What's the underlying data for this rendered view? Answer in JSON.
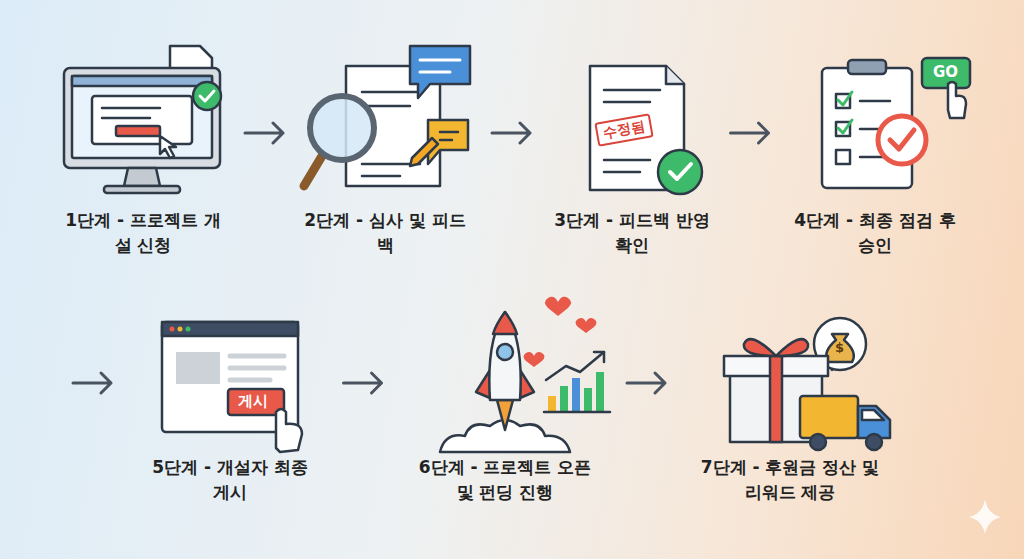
{
  "diagram": {
    "nodes": [
      {
        "text": [
          "1단계 - 프로젝트 개설 신청"
        ]
      },
      {
        "text": [
          "2단계 - 심사 및 피드백"
        ]
      },
      {
        "text": [
          "3단계 - 피드백 반영 확인"
        ]
      },
      {
        "text": [
          "4단계 - 최종 점검 후 승인"
        ]
      },
      {
        "text": [
          "5단계 - 개설자 최종 게시"
        ]
      },
      {
        "text": [
          "6단계 - 프로젝트 오픈 및 펀딩 진행"
        ]
      },
      {
        "text": [
          "7단계 - 후원금 정산 및 리워드 제공"
        ]
      }
    ],
    "edges": [
      {
        "from": 0,
        "to": 1,
        "arrow": "to"
      },
      {
        "from": 1,
        "to": 2,
        "arrow": "to"
      },
      {
        "from": 2,
        "to": 3,
        "arrow": "to"
      },
      {
        "from": 3,
        "to": 4,
        "arrow": "to"
      },
      {
        "from": 4,
        "to": 5,
        "arrow": "to"
      },
      {
        "from": 5,
        "to": 6,
        "arrow": "to"
      }
    ],
    "labels": [
      "수정됨",
      "GO",
      "게시",
      "$"
    ]
  }
}
